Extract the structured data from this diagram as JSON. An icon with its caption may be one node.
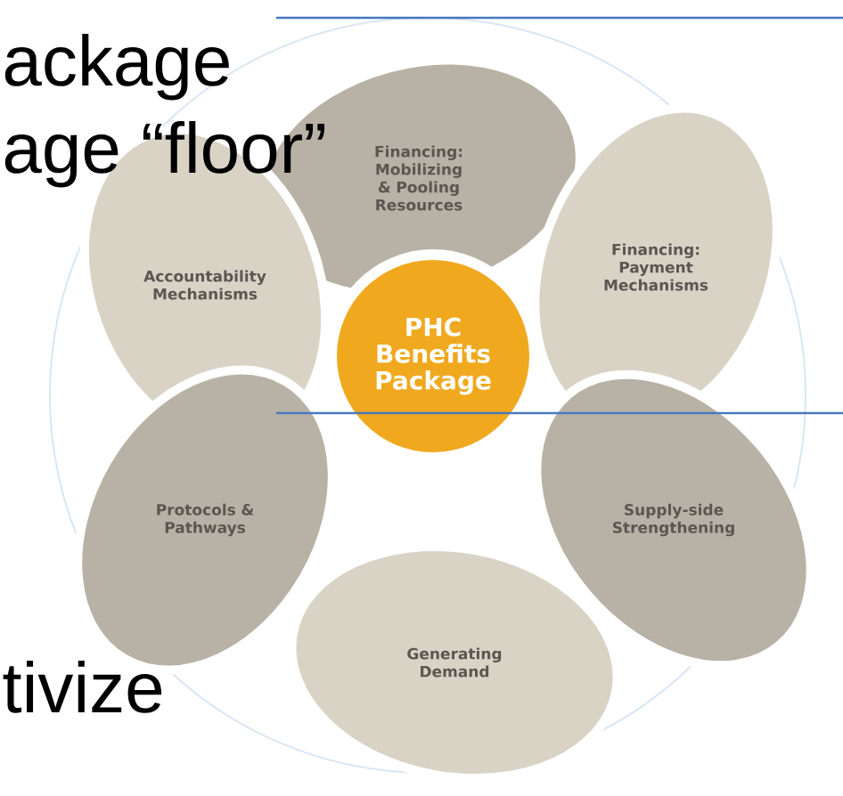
{
  "diagram": {
    "nodes": [
      {
        "text": [
          "Financing: Mobilizing & Pooling Resources"
        ]
      },
      {
        "text": [
          "Accountability Mechanisms"
        ]
      },
      {
        "text": [
          "Financing: Payment Mechanisms"
        ]
      },
      {
        "text": [
          "PHC Benefits Package"
        ]
      },
      {
        "text": [
          "Supply-side Strengthening"
        ]
      },
      {
        "text": [
          "Protocols & Pathways"
        ]
      },
      {
        "text": [
          "Generating Demand"
        ]
      }
    ],
    "labels": [
      "ackage",
      "age “floor”",
      "tivize"
    ]
  }
}
